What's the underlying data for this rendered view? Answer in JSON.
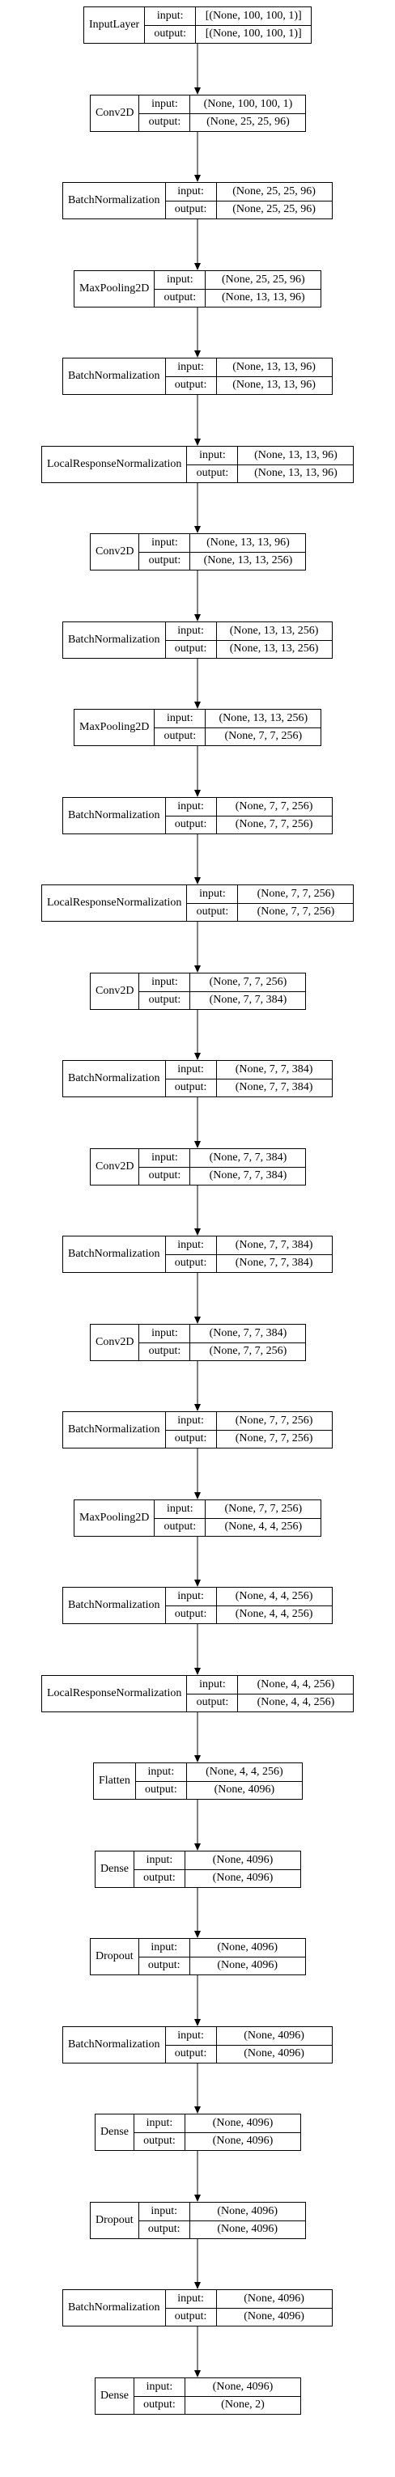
{
  "labels": {
    "input": "input:",
    "output": "output:"
  },
  "colors": {
    "line": "#000000",
    "background": "#ffffff"
  },
  "nodes": [
    {
      "type": "InputLayer",
      "input": "[(None, 100, 100, 1)]",
      "output": "[(None, 100, 100, 1)]"
    },
    {
      "type": "Conv2D",
      "input": "(None, 100, 100, 1)",
      "output": "(None, 25, 25, 96)"
    },
    {
      "type": "BatchNormalization",
      "input": "(None, 25, 25, 96)",
      "output": "(None, 25, 25, 96)"
    },
    {
      "type": "MaxPooling2D",
      "input": "(None, 25, 25, 96)",
      "output": "(None, 13, 13, 96)"
    },
    {
      "type": "BatchNormalization",
      "input": "(None, 13, 13, 96)",
      "output": "(None, 13, 13, 96)"
    },
    {
      "type": "LocalResponseNormalization",
      "input": "(None, 13, 13, 96)",
      "output": "(None, 13, 13, 96)"
    },
    {
      "type": "Conv2D",
      "input": "(None, 13, 13, 96)",
      "output": "(None, 13, 13, 256)"
    },
    {
      "type": "BatchNormalization",
      "input": "(None, 13, 13, 256)",
      "output": "(None, 13, 13, 256)"
    },
    {
      "type": "MaxPooling2D",
      "input": "(None, 13, 13, 256)",
      "output": "(None, 7, 7, 256)"
    },
    {
      "type": "BatchNormalization",
      "input": "(None, 7, 7, 256)",
      "output": "(None, 7, 7, 256)"
    },
    {
      "type": "LocalResponseNormalization",
      "input": "(None, 7, 7, 256)",
      "output": "(None, 7, 7, 256)"
    },
    {
      "type": "Conv2D",
      "input": "(None, 7, 7, 256)",
      "output": "(None, 7, 7, 384)"
    },
    {
      "type": "BatchNormalization",
      "input": "(None, 7, 7, 384)",
      "output": "(None, 7, 7, 384)"
    },
    {
      "type": "Conv2D",
      "input": "(None, 7, 7, 384)",
      "output": "(None, 7, 7, 384)"
    },
    {
      "type": "BatchNormalization",
      "input": "(None, 7, 7, 384)",
      "output": "(None, 7, 7, 384)"
    },
    {
      "type": "Conv2D",
      "input": "(None, 7, 7, 384)",
      "output": "(None, 7, 7, 256)"
    },
    {
      "type": "BatchNormalization",
      "input": "(None, 7, 7, 256)",
      "output": "(None, 7, 7, 256)"
    },
    {
      "type": "MaxPooling2D",
      "input": "(None, 7, 7, 256)",
      "output": "(None, 4, 4, 256)"
    },
    {
      "type": "BatchNormalization",
      "input": "(None, 4, 4, 256)",
      "output": "(None, 4, 4, 256)"
    },
    {
      "type": "LocalResponseNormalization",
      "input": "(None, 4, 4, 256)",
      "output": "(None, 4, 4, 256)"
    },
    {
      "type": "Flatten",
      "input": "(None, 4, 4, 256)",
      "output": "(None, 4096)"
    },
    {
      "type": "Dense",
      "input": "(None, 4096)",
      "output": "(None, 4096)"
    },
    {
      "type": "Dropout",
      "input": "(None, 4096)",
      "output": "(None, 4096)"
    },
    {
      "type": "BatchNormalization",
      "input": "(None, 4096)",
      "output": "(None, 4096)"
    },
    {
      "type": "Dense",
      "input": "(None, 4096)",
      "output": "(None, 4096)"
    },
    {
      "type": "Dropout",
      "input": "(None, 4096)",
      "output": "(None, 4096)"
    },
    {
      "type": "BatchNormalization",
      "input": "(None, 4096)",
      "output": "(None, 4096)"
    },
    {
      "type": "Dense",
      "input": "(None, 4096)",
      "output": "(None, 2)"
    }
  ]
}
